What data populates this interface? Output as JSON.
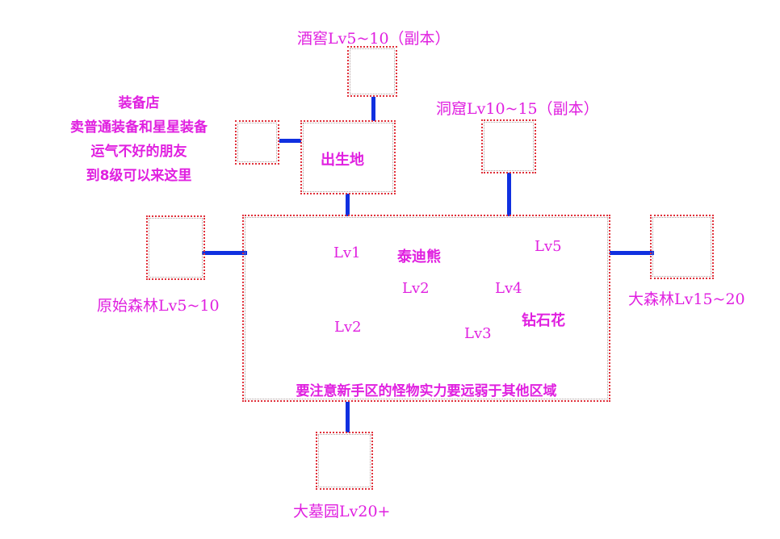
{
  "labels": {
    "wine_cellar": "酒窖Lv5~10（副本）",
    "cave": "洞窟Lv10~15（副本）",
    "birthplace": "出生地",
    "shop_note": [
      "装备店",
      "卖普通装备和星星装备",
      "运气不好的朋友",
      "到8级可以来这里"
    ],
    "primeval_forest": "原始森林Lv5~10",
    "big_forest": "大森林Lv15~20",
    "big_cemetery": "大墓园Lv20+",
    "warning": "要注意新手区的怪物实力要远弱于其他区域"
  },
  "zones": {
    "lv1": "Lv1",
    "teddy_bear": "泰迪熊",
    "lv5": "Lv5",
    "lv2_mid": "Lv2",
    "lv4": "Lv4",
    "diamond_flower": "钻石花",
    "lv2_low": "Lv2",
    "lv3": "Lv3"
  },
  "colors": {
    "label": "#e020e0",
    "connector": "#1030e0",
    "box_border": "#e0303a"
  }
}
